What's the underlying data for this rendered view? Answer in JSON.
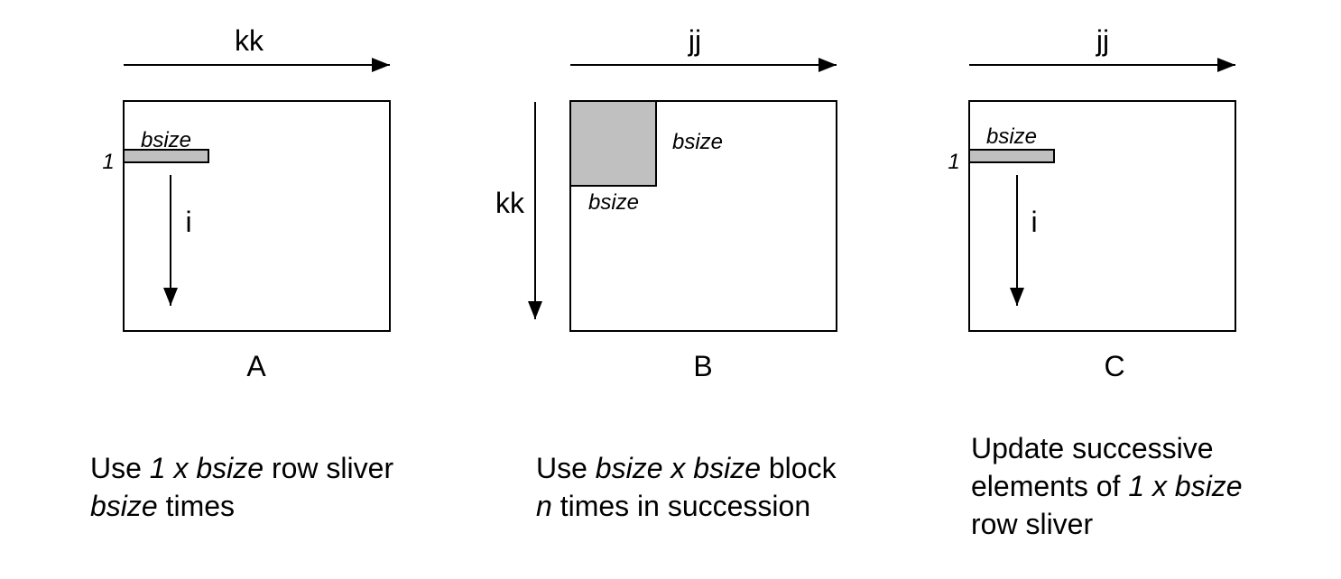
{
  "colors": {
    "line": "#000000",
    "fill_shaded": "#c0c0c0",
    "background": "#ffffff"
  },
  "panel_a": {
    "top_arrow_label": "kk",
    "sliver_label": "bsize",
    "row_label": "1",
    "down_arrow_label": "i",
    "matrix_label": "A",
    "caption": {
      "line1_part1": "Use ",
      "line1_em": "1 x bsize",
      "line1_part2": " row sliver",
      "line2_em": "bsize",
      "line2_part2": " times"
    }
  },
  "panel_b": {
    "top_arrow_label": "jj",
    "side_arrow_label": "kk",
    "block_label_right": "bsize",
    "block_label_bottom": "bsize",
    "matrix_label": "B",
    "caption": {
      "line1_part1": "Use ",
      "line1_em": "bsize x bsize",
      "line1_part2": " block",
      "line2_em": "n",
      "line2_part2": " times in succession"
    }
  },
  "panel_c": {
    "top_arrow_label": "jj",
    "sliver_label": "bsize",
    "row_label": "1",
    "down_arrow_label": "i",
    "matrix_label": "C",
    "caption": {
      "line1": "Update successive",
      "line2_part1": "elements of ",
      "line2_em": "1 x bsize",
      "line3": "row sliver"
    }
  }
}
